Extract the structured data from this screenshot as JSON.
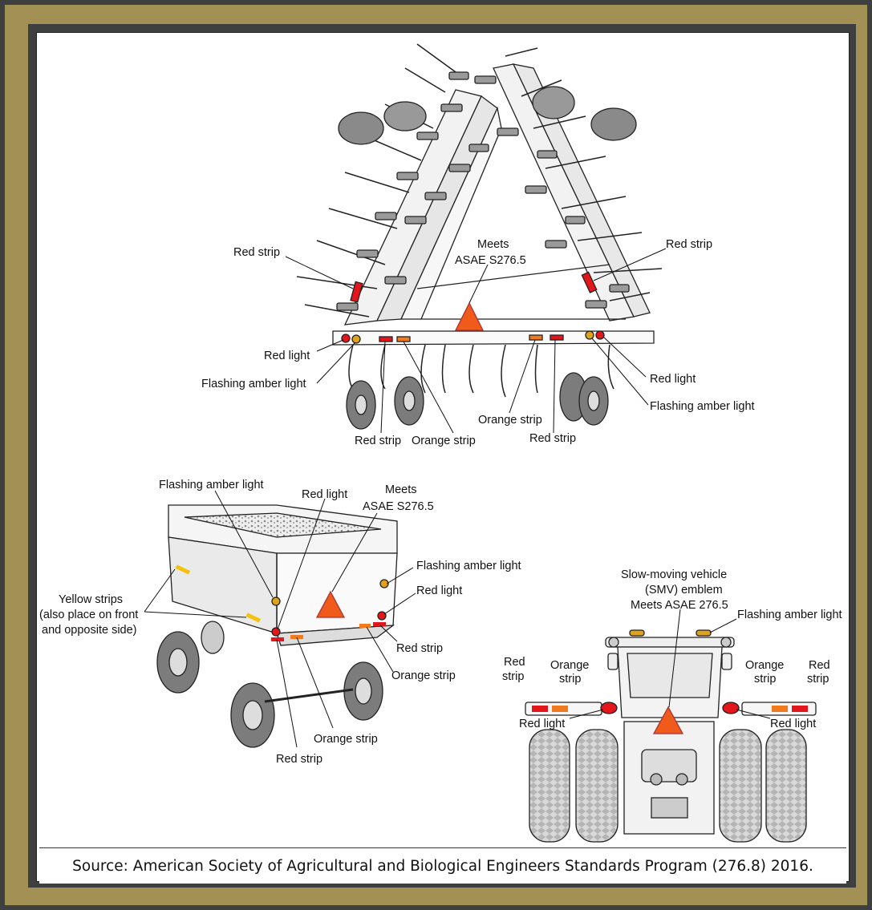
{
  "colors": {
    "red": "#e3161c",
    "orange": "#f07b1f",
    "amber": "#e0a21b",
    "gold": "#a39055",
    "frame": "#3e3f3f",
    "line": "#222222"
  },
  "cultivator": {
    "labels": {
      "red_strip_left": "Red strip",
      "meets_1": "Meets",
      "meets_2": "ASAE S276.5",
      "red_strip_right": "Red strip",
      "red_light_left": "Red light",
      "flashing_left": "Flashing amber light",
      "red_light_right": "Red light",
      "flashing_right": "Flashing amber light",
      "orange_strip_center": "Orange strip",
      "red_strip_bottom_right": "Red strip",
      "red_strip_bottom_left": "Red strip",
      "orange_strip_bottom": "Orange strip"
    }
  },
  "wagon": {
    "labels": {
      "flashing_top": "Flashing amber light",
      "red_light_top": "Red light",
      "meets_1": "Meets",
      "meets_2": "ASAE S276.5",
      "flashing_right": "Flashing amber light",
      "yellow_1": "Yellow strips",
      "yellow_2": "(also place on front",
      "yellow_3": "and opposite side)",
      "red_light_right": "Red light",
      "red_strip_right": "Red strip",
      "orange_strip_right": "Orange strip",
      "orange_strip_bottom": "Orange strip",
      "red_strip_bottom": "Red strip"
    }
  },
  "tractor": {
    "labels": {
      "smv_1": "Slow-moving vehicle",
      "smv_2": "(SMV) emblem",
      "smv_3": "Meets ASAE 276.5",
      "flashing": "Flashing amber light",
      "red_strip_left_1": "Red",
      "red_strip_left_2": "strip",
      "orange_strip_left_1": "Orange",
      "orange_strip_left_2": "strip",
      "orange_strip_right_1": "Orange",
      "orange_strip_right_2": "strip",
      "red_strip_right_1": "Red",
      "red_strip_right_2": "strip",
      "red_light_left": "Red light",
      "red_light_right": "Red light"
    }
  },
  "caption": "Source: American Society of Agricultural and Biological Engineers Standards Program (276.8) 2016."
}
